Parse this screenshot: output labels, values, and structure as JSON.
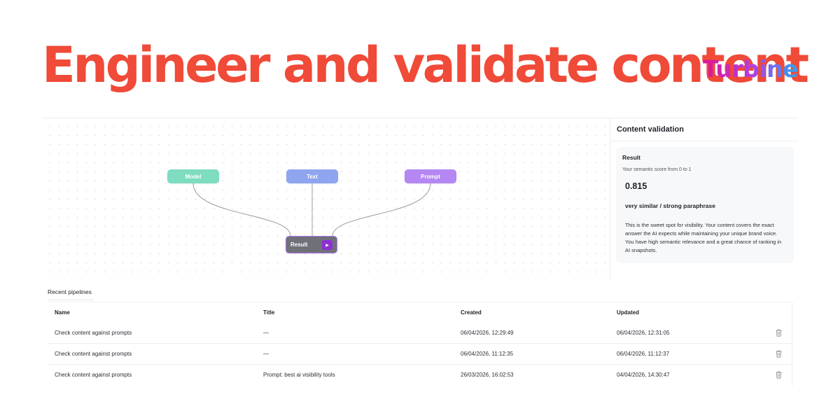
{
  "hero": {
    "title": "Engineer and validate content",
    "brand": "Turbine"
  },
  "canvas": {
    "nodes": {
      "model": "Model",
      "text": "Text",
      "prompt": "Prompt",
      "result": "Result"
    },
    "run_icon": "play-icon",
    "colors": {
      "model": "#7edcc0",
      "text": "#8fa5ef",
      "prompt": "#b487f2",
      "result": "#707078",
      "run": "#8c2fd4"
    }
  },
  "panel": {
    "title": "Content validation",
    "card": {
      "label": "Result",
      "hint": "Your semantic score from 0 to 1",
      "score": "0.815",
      "verdict": "very similar / strong paraphrase",
      "body": "This is the sweet spot for visibility. Your content covers the exact answer the AI expects while maintaining your unique brand voice. You have high semantic relevance and a great chance of ranking in AI snapshots."
    }
  },
  "pipelines": {
    "title": "Recent pipelines",
    "columns": {
      "name": "Name",
      "title": "Title",
      "created": "Created",
      "updated": "Updated"
    },
    "rows": [
      {
        "name": "Check content against prompts",
        "title": "—",
        "created": "06/04/2026, 12:29:49",
        "updated": "06/04/2026, 12:31:05"
      },
      {
        "name": "Check content against prompts",
        "title": "—",
        "created": "06/04/2026, 11:12:35",
        "updated": "06/04/2026, 11:12:37"
      },
      {
        "name": "Check content against prompts",
        "title": "Prompt: best ai visibility tools",
        "created": "26/03/2026, 16:02:53",
        "updated": "04/04/2026, 14:30:47"
      }
    ],
    "row_icon": "trash-icon"
  },
  "theme": {
    "accent": "#f04a38"
  }
}
